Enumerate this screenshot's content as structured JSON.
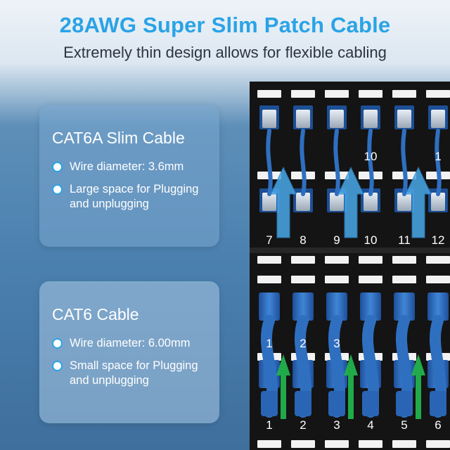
{
  "header": {
    "title": "28AWG Super Slim Patch Cable",
    "subtitle": "Extremely thin design allows for flexible cabling"
  },
  "slim_card": {
    "title": "CAT6A Slim Cable",
    "bullets": [
      "Wire diameter: 3.6mm",
      "Large space for Plugging and unplugging"
    ]
  },
  "standard_card": {
    "title": "CAT6 Cable",
    "bullets": [
      "Wire diameter: 6.00mm",
      "Small space for Plugging and unplugging"
    ]
  },
  "patch_panel_top": {
    "upper_port_labels": [
      "",
      "",
      "",
      "10",
      "",
      "1"
    ],
    "lower_port_labels": [
      "7",
      "8",
      "9",
      "10",
      "11",
      "12"
    ]
  },
  "patch_panel_bottom": {
    "upper_port_labels": [
      "1",
      "2",
      "3",
      "",
      "",
      ""
    ],
    "lower_port_labels": [
      "1",
      "2",
      "3",
      "4",
      "5",
      "6"
    ]
  },
  "colors": {
    "title_accent": "#2aa3e6",
    "cable_blue": "#2f6fc0",
    "slim_arrow": "#4aa8e8",
    "standard_arrow": "#22b24c",
    "panel_black": "#141414"
  }
}
